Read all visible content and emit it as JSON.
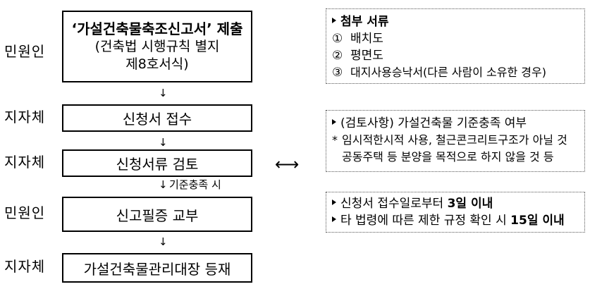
{
  "steps": [
    {
      "actor": "민원인",
      "title": "‘가설건축물축조신고서’ 제출",
      "sub1": "(건축법 시행규칙 별지",
      "sub2": "제8호서식)"
    },
    {
      "actor": "지자체",
      "title": "신청서 접수"
    },
    {
      "actor": "지자체",
      "title": "신청서류 검토"
    },
    {
      "actor": "민원인",
      "title": "신고필증 교부"
    },
    {
      "actor": "지자체",
      "title": "가설건축물관리대장 등재"
    }
  ],
  "arrow_glyph": "↓",
  "condition_label": "기준충족 시",
  "side_arrow": "⟷",
  "notes": {
    "docs": {
      "header": "첨부 서류",
      "items": [
        {
          "num": "①",
          "text": "배치도"
        },
        {
          "num": "②",
          "text": "평면도"
        },
        {
          "num": "③",
          "text": "대지사용승낙서(다른 사람이 소유한 경우)"
        }
      ]
    },
    "review": {
      "header": "(검토사항) 가설건축물 기준충족 여부",
      "star": "*",
      "line1": "임시적한시적 사용, 철근콘크리트구조가 아닐 것",
      "line2": "공동주택 등 분양을 목적으로 하지 않을 것 등"
    },
    "timing": {
      "line1_pre": "신청서 접수일로부터 ",
      "line1_bold": "3일 이내",
      "line2_pre": "타 법령에 따른 제한 규정 확인 시 ",
      "line2_bold": "15일 이내"
    }
  }
}
